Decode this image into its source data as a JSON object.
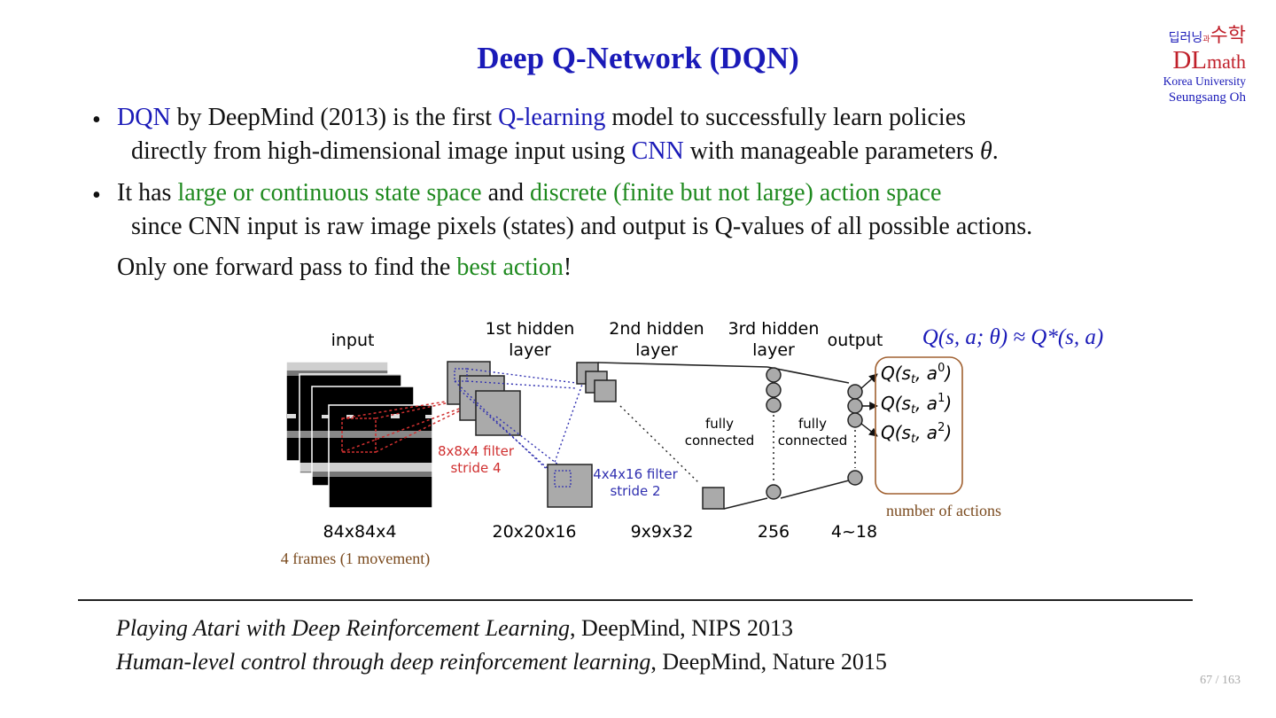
{
  "title": "Deep Q-Network (DQN)",
  "logo": {
    "korean_left": "딥러닝",
    "korean_conj": "과",
    "korean_right": "수학",
    "dl": "DL",
    "math": "math",
    "university": "Korea University",
    "author": "Seungsang Oh"
  },
  "bullet1": {
    "dqn": "DQN",
    "t1": " by DeepMind (2013) is the first ",
    "qlearning": "Q-learning",
    "t2": " model to successfully learn policies",
    "t3": "directly from high-dimensional image input using ",
    "cnn": "CNN",
    "t4": " with manageable parameters ",
    "theta": "θ",
    "t5": "."
  },
  "bullet2": {
    "t1": "It has ",
    "state": "large or continuous state space",
    "t2": " and ",
    "action": "discrete (finite but not large) action space",
    "t3": "since CNN input is raw image pixels (states) and output is Q-values of all possible actions."
  },
  "line3": {
    "t1": "Only one forward pass to find the ",
    "best": "best action",
    "t2": "!"
  },
  "diagram": {
    "label_input": "input",
    "label_h1a": "1st hidden",
    "label_h1b": "layer",
    "label_h2a": "2nd hidden",
    "label_h2b": "layer",
    "label_h3a": "3rd hidden",
    "label_h3b": "layer",
    "label_output": "output",
    "formula": "Q(s, a; θ) ≈ Q*(s, a)",
    "filter1a": "8x8x4 filter",
    "filter1b": "stride 4",
    "filter2a": "4x4x16 filter",
    "filter2b": "stride 2",
    "fc1a": "fully",
    "fc1b": "connected",
    "fc2a": "fully",
    "fc2b": "connected",
    "q0": "Q(s",
    "q_t": "t",
    "q_a": ", a",
    "q_close": ")",
    "sup0": "0",
    "sup1": "1",
    "sup2": "2",
    "num_actions": "number of actions",
    "dim_input": "84x84x4",
    "dim_h1": "20x20x16",
    "dim_h2": "9x9x32",
    "dim_h3": "256",
    "dim_out": "4~18",
    "frames": "4 frames (1 movement)"
  },
  "refs": {
    "r1_title": "Playing Atari with Deep Reinforcement Learning",
    "r1_src": ",  DeepMind, NIPS 2013",
    "r2_title": "Human-level control through deep reinforcement learning",
    "r2_src": ",  DeepMind, Nature 2015"
  },
  "page": "67 / 163",
  "colors": {
    "blue": "#1a1ab8",
    "green": "#1f8a1f",
    "red_filter": "#d03030",
    "blue_filter": "#3030b0",
    "brown": "#7a4a1e"
  }
}
